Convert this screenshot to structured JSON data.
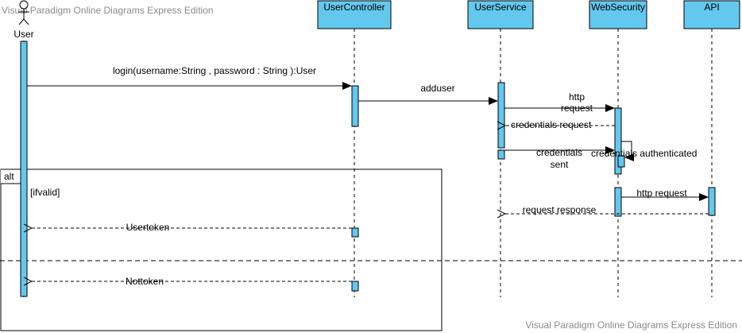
{
  "watermark": {
    "top": "Visual Paradigm Online Diagrams Express Edition",
    "bottom": "Visual Paradigm Online Diagrams Express Edition"
  },
  "actor": {
    "name": "User"
  },
  "participants": [
    {
      "id": "usercontroller",
      "label": "UserController"
    },
    {
      "id": "userservice",
      "label": "UserService"
    },
    {
      "id": "websecurity",
      "label": "WebSecurity"
    },
    {
      "id": "api",
      "label": "API"
    }
  ],
  "messages": {
    "login": "login(username:String , password : String ):User",
    "adduser": "adduser",
    "http_request_1": "http",
    "http_request_2": "request",
    "credentials_request": "credentials request",
    "credentials_sent_1": "credentials",
    "credentials_sent_2": "sent",
    "credentials_authenticated": "credentials authenticated",
    "http_request_api": "http request",
    "request_response": "request response",
    "usertoken": "Usertoken",
    "nottoken": "Nottoken"
  },
  "fragment": {
    "operator": "alt",
    "guard": "[ifvalid]"
  },
  "colors": {
    "fill": "#64c8ee",
    "line": "#000000",
    "watermark": "#8a8a8a"
  }
}
